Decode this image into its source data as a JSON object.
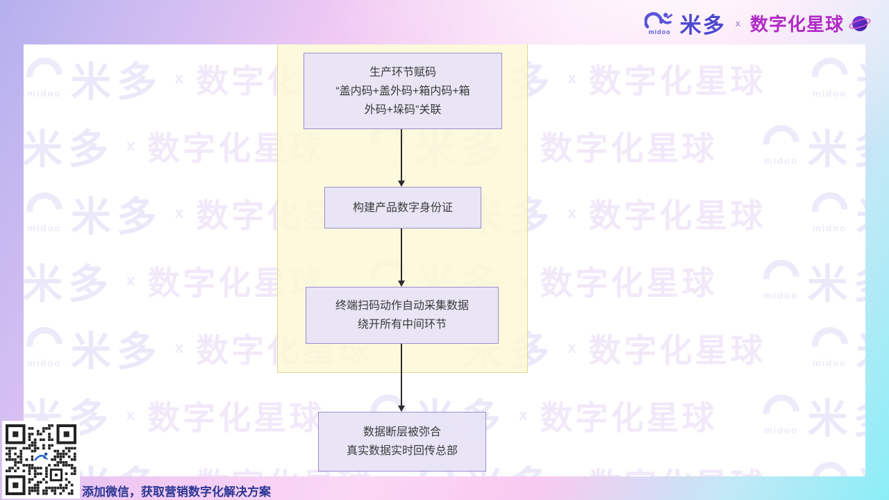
{
  "header": {
    "midoo_small": "midoo",
    "midoo_name": "米多",
    "separator": "x",
    "brand": "数字化星球"
  },
  "flowchart": {
    "steps": [
      {
        "lines": [
          "生产环节赋码",
          "“盖内码+盖外码+箱内码+箱",
          "外码+垛码”关联"
        ]
      },
      {
        "lines": [
          "构建产品数字身份证"
        ]
      },
      {
        "lines": [
          "终端扫码动作自动采集数据",
          "绕开所有中间环节"
        ]
      },
      {
        "lines": [
          "数据断层被弥合",
          "真实数据实时回传总部"
        ]
      }
    ]
  },
  "watermark": {
    "midoo_small": "midoo",
    "midoo_name": "米多",
    "separator": "x",
    "brand": "数字化星球"
  },
  "footer": {
    "cta": "添加微信，获取营销数字化解决方案"
  },
  "icons": {
    "midoo_logo": "arc-person-swoosh",
    "planet": "ringed-purple-sphere",
    "qr": "wechat-qr-code"
  },
  "colors": {
    "accent_indigo": "#4b48cf",
    "accent_magenta": "#b02ac6",
    "panel_yellow": "#fbf8d6",
    "box_lavender": "#e7e3f6",
    "box_border": "#9b8cd0",
    "cta_blue": "#2b3693"
  }
}
